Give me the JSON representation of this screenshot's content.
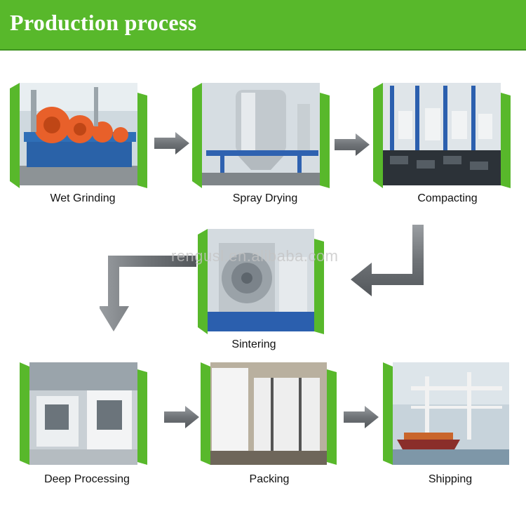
{
  "header": {
    "title": "Production process"
  },
  "watermark": "rengusl.en.alibaba.com",
  "steps": [
    {
      "label": "Wet Grinding"
    },
    {
      "label": "Spray Drying"
    },
    {
      "label": "Compacting"
    },
    {
      "label": "Sintering"
    },
    {
      "label": "Deep Processing"
    },
    {
      "label": "Packing"
    },
    {
      "label": "Shipping"
    }
  ],
  "colors": {
    "brand_green": "#58b82b",
    "arrow_gray": "#6f7377"
  }
}
